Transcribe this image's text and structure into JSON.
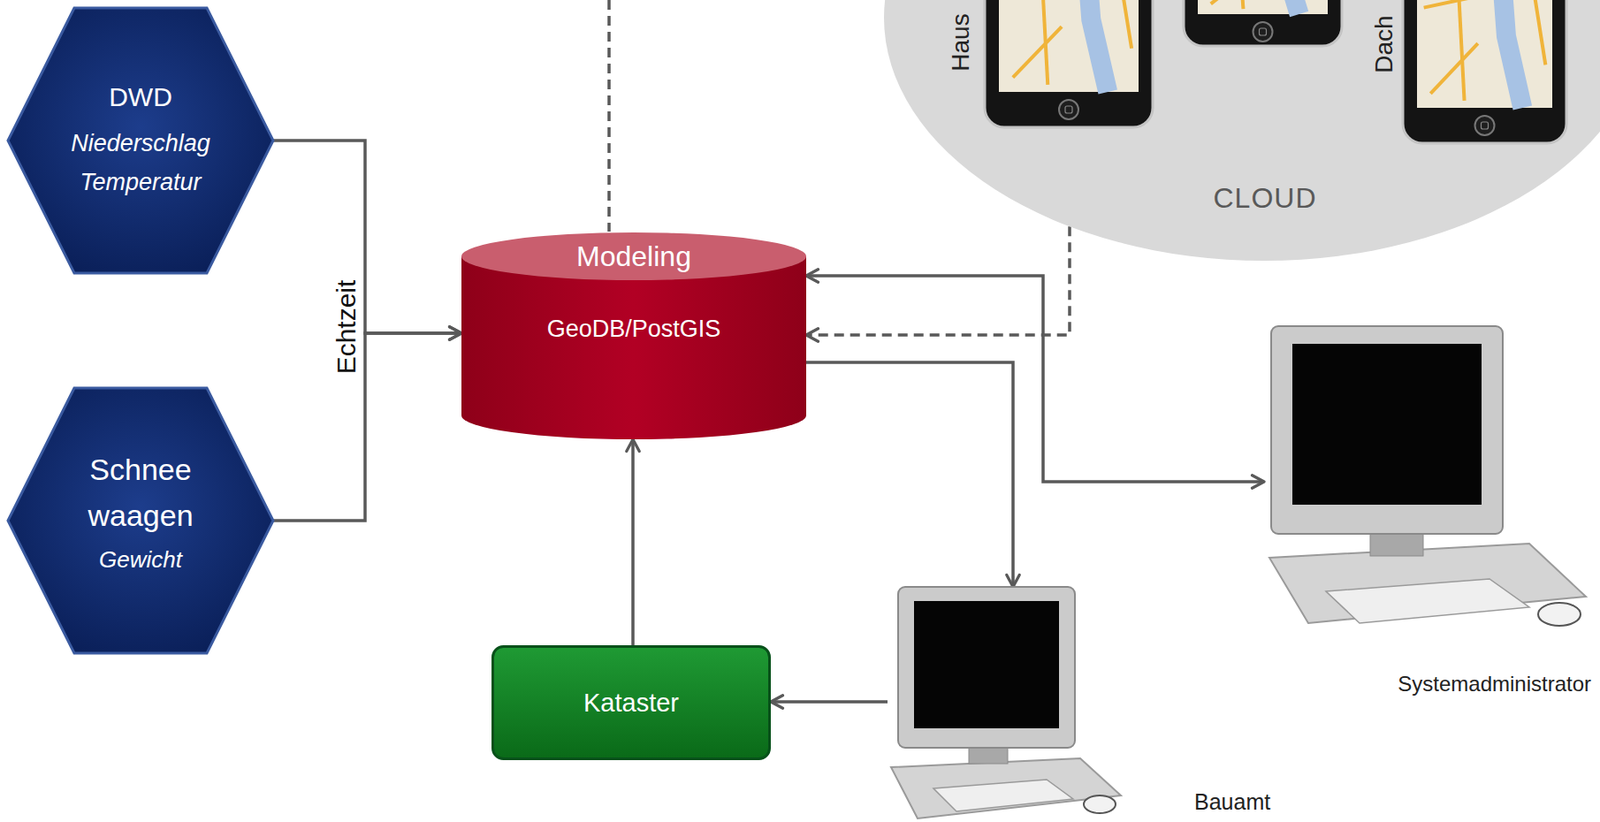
{
  "diagram": {
    "nodes": [
      {
        "text": [
          "CLOUD"
        ]
      },
      {
        "text": [
          "DWD",
          "Niederschlag Temperatur"
        ]
      },
      {
        "text": [
          "Modeling",
          "GeoDB/PostGIS"
        ]
      },
      {
        "text": [
          "Schnee waagen",
          "Gewicht"
        ]
      },
      {
        "text": [
          "Systemadministrator"
        ]
      },
      {
        "text": [
          "Kataster"
        ]
      },
      {
        "text": [
          "Bauamt"
        ]
      }
    ],
    "edges": [
      {
        "from": 1,
        "to": 2,
        "arrow": "to"
      },
      {
        "from": 3,
        "to": 2,
        "arrow": "to"
      },
      {
        "from": 0,
        "to": 2,
        "arrow": "to"
      },
      {
        "from": 2,
        "to": 4,
        "arrow": "both"
      },
      {
        "from": 2,
        "to": 6,
        "arrow": "to"
      },
      {
        "from": 6,
        "to": 5,
        "arrow": "to"
      },
      {
        "from": 5,
        "to": 2,
        "arrow": "to"
      }
    ],
    "labels": [
      "Echtzeit",
      "Haus",
      "Dach"
    ]
  }
}
